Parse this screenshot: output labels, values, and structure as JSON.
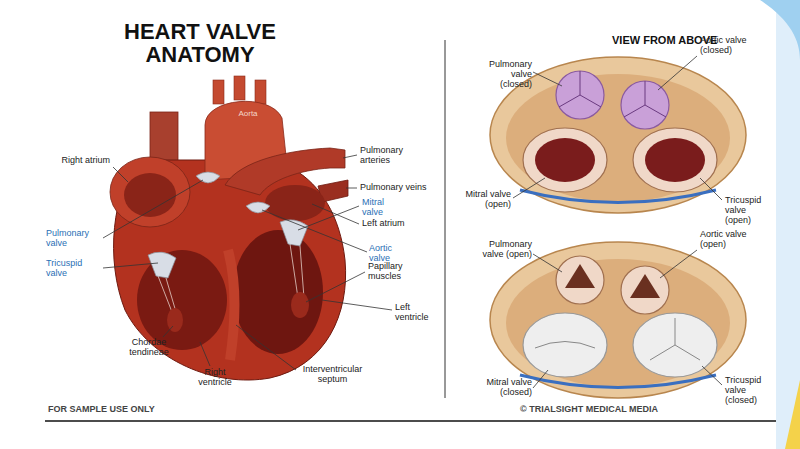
{
  "diagram": {
    "title": "HEART VALVE ANATOMY",
    "labels": [
      "VIEW FROM ABOVE",
      "Aorta",
      "Right atrium",
      "Pulmonary arteries",
      "Pulmonary veins",
      "Mitral valve",
      "Left atrium",
      "Pulmonary valve",
      "Aortic valve",
      "Tricuspid valve",
      "Papillary muscles",
      "Left ventricle",
      "Chordae tendineae",
      "Right ventricle",
      "Interventricular septum",
      "Pulmonary valve (closed)",
      "Aortic valve (closed)",
      "Mitral valve (open)",
      "Tricuspid valve (open)",
      "Pulmonary valve (open)",
      "Aortic valve (open)",
      "Mitral valve (closed)",
      "Tricuspid valve (closed)",
      "FOR SAMPLE USE ONLY",
      "© TRIALSIGHT MEDICAL MEDIA"
    ]
  }
}
